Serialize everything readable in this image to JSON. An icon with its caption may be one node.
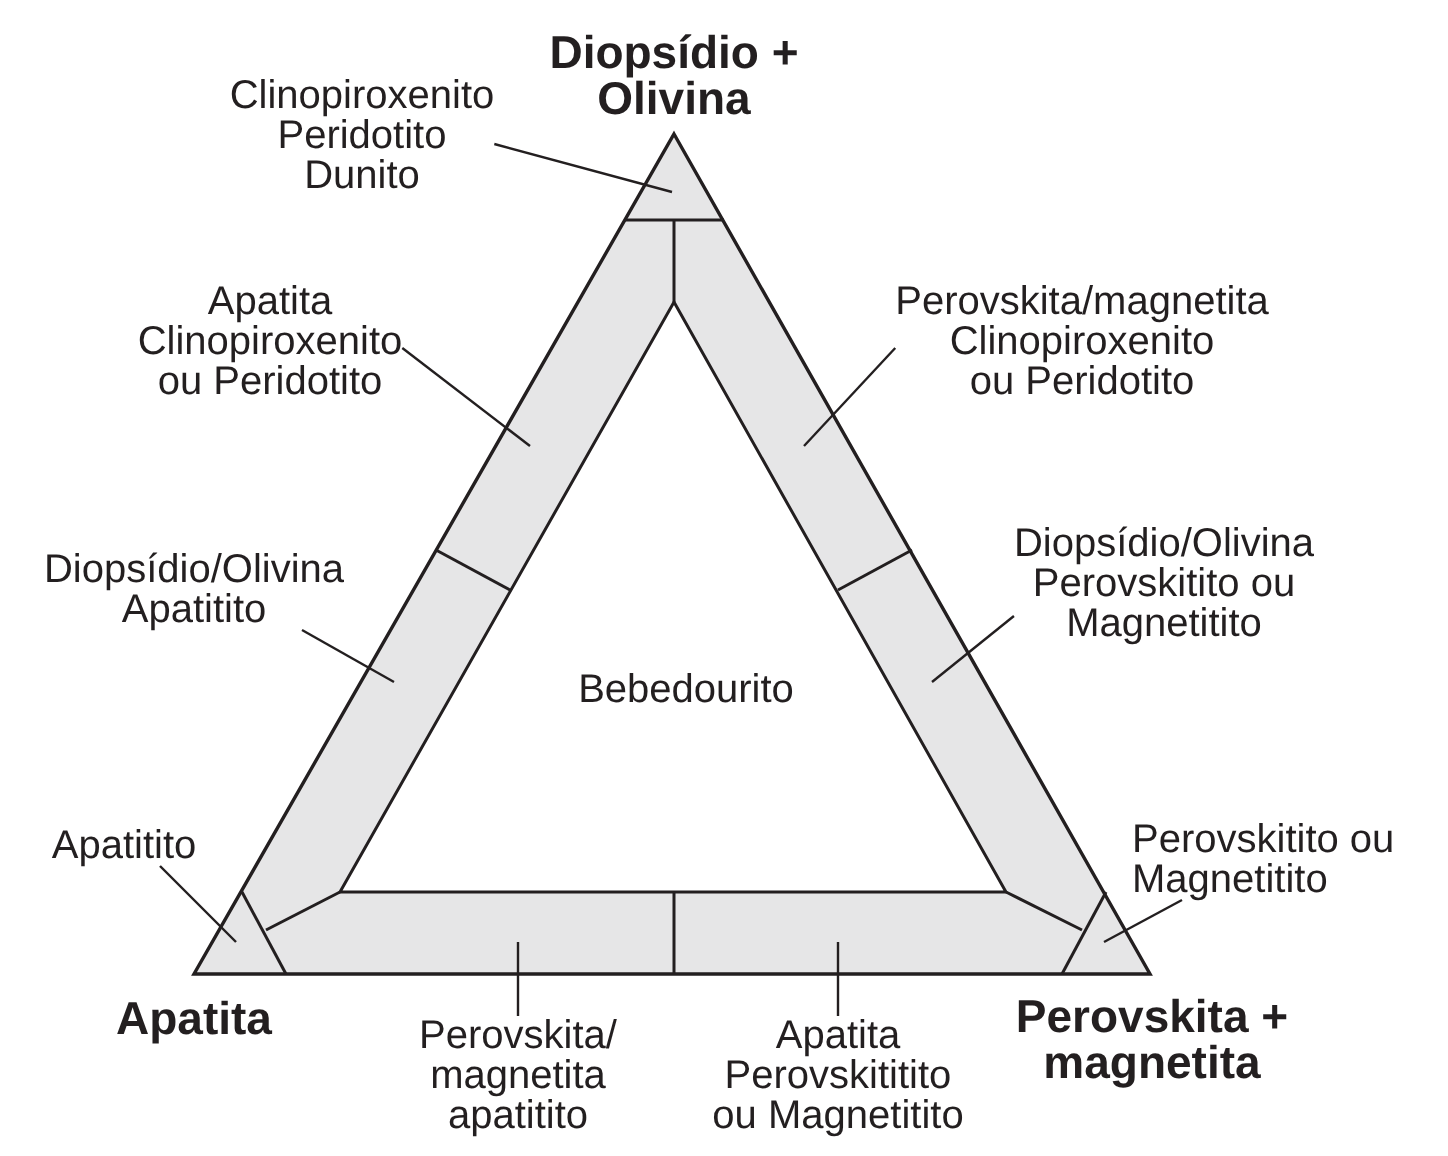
{
  "diagram": {
    "nodes": [
      {
        "text": [
          "Clinopiroxenito Peridotito Dunito"
        ]
      },
      {
        "text": [
          "Apatita Clinopiroxenito ou Peridotito"
        ]
      },
      {
        "text": [
          "Perovskita/magnetita Clinopiroxenito ou Peridotito"
        ]
      },
      {
        "text": [
          "Diopsídio/Olivina Apatitito"
        ]
      },
      {
        "text": [
          "Diopsídio/Olivina Perovskitito ou Magnetitito"
        ]
      },
      {
        "text": [
          "Apatitito"
        ]
      },
      {
        "text": [
          "Perovskitito ou Magnetitito"
        ]
      },
      {
        "text": [
          "Perovskita/ magnetita apatitito"
        ]
      },
      {
        "text": [
          "Apatita Perovskititito ou Magnetitito"
        ]
      },
      {
        "text": [
          "Bebedourito"
        ]
      }
    ],
    "edges": [
      {
        "from": 0,
        "to": null,
        "arrow": "none"
      },
      {
        "from": 1,
        "to": null,
        "arrow": "none"
      },
      {
        "from": 2,
        "to": null,
        "arrow": "none"
      },
      {
        "from": 3,
        "to": null,
        "arrow": "none"
      },
      {
        "from": 4,
        "to": null,
        "arrow": "none"
      },
      {
        "from": 5,
        "to": null,
        "arrow": "none"
      },
      {
        "from": 6,
        "to": null,
        "arrow": "none"
      },
      {
        "from": 7,
        "to": null,
        "arrow": "none"
      },
      {
        "from": 8,
        "to": null,
        "arrow": "none"
      }
    ],
    "labels": [
      "Diopsídio + Olivina",
      "Apatita",
      "Perovskita + magnetita"
    ]
  }
}
